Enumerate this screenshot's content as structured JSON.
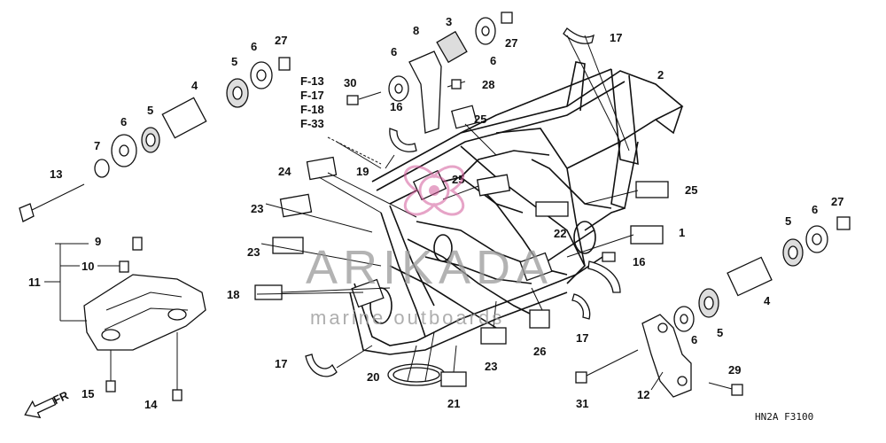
{
  "diagram": {
    "part_labels": [
      {
        "id": "l3",
        "text": "3"
      },
      {
        "id": "l6a",
        "text": "6"
      },
      {
        "id": "l27a",
        "text": "27"
      },
      {
        "id": "l17a",
        "text": "17"
      },
      {
        "id": "l8",
        "text": "8"
      },
      {
        "id": "l6b",
        "text": "6"
      },
      {
        "id": "l28",
        "text": "28"
      },
      {
        "id": "l30",
        "text": "30"
      },
      {
        "id": "l16a",
        "text": "16"
      },
      {
        "id": "l25a",
        "text": "25"
      },
      {
        "id": "l2",
        "text": "2"
      },
      {
        "id": "l27b",
        "text": "27"
      },
      {
        "id": "l6c",
        "text": "6"
      },
      {
        "id": "l5a",
        "text": "5"
      },
      {
        "id": "l4a",
        "text": "4"
      },
      {
        "id": "l5b",
        "text": "5"
      },
      {
        "id": "l6d",
        "text": "6"
      },
      {
        "id": "l7",
        "text": "7"
      },
      {
        "id": "l13",
        "text": "13"
      },
      {
        "id": "l24",
        "text": "24"
      },
      {
        "id": "l19",
        "text": "19"
      },
      {
        "id": "l25b",
        "text": "25"
      },
      {
        "id": "l23a",
        "text": "23"
      },
      {
        "id": "l9",
        "text": "9"
      },
      {
        "id": "l10",
        "text": "10"
      },
      {
        "id": "l11",
        "text": "11"
      },
      {
        "id": "l23b",
        "text": "23"
      },
      {
        "id": "l18",
        "text": "18"
      },
      {
        "id": "l22",
        "text": "22"
      },
      {
        "id": "l25c",
        "text": "25"
      },
      {
        "id": "l1",
        "text": "1"
      },
      {
        "id": "l27c",
        "text": "27"
      },
      {
        "id": "l6e",
        "text": "6"
      },
      {
        "id": "l5c",
        "text": "5"
      },
      {
        "id": "l16b",
        "text": "16"
      },
      {
        "id": "l4b",
        "text": "4"
      },
      {
        "id": "l5d",
        "text": "5"
      },
      {
        "id": "l6f",
        "text": "6"
      },
      {
        "id": "l17b",
        "text": "17"
      },
      {
        "id": "l26",
        "text": "26"
      },
      {
        "id": "l23c",
        "text": "23"
      },
      {
        "id": "l17c",
        "text": "17"
      },
      {
        "id": "l20",
        "text": "20"
      },
      {
        "id": "l21",
        "text": "21"
      },
      {
        "id": "l15",
        "text": "15"
      },
      {
        "id": "l14",
        "text": "14"
      },
      {
        "id": "l31",
        "text": "31"
      },
      {
        "id": "l12",
        "text": "12"
      },
      {
        "id": "l29",
        "text": "29"
      }
    ],
    "references": [
      "F-13",
      "F-17",
      "F-18",
      "F-33"
    ],
    "fr_marker": "FR",
    "diagram_code": "HN2A  F3100",
    "watermark": {
      "brand": "ARIKADA",
      "tagline": "marine outboards"
    }
  }
}
